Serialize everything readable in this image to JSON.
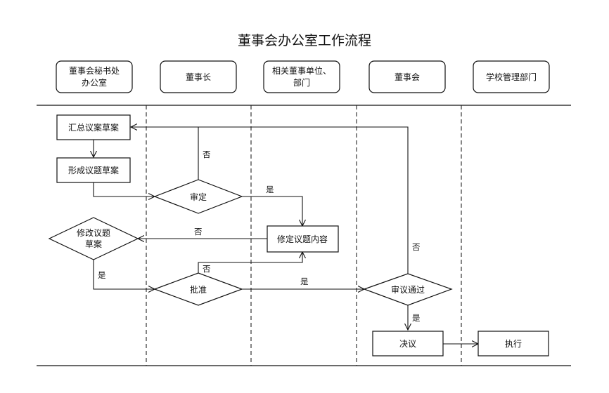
{
  "title": "董事会办公室工作流程",
  "lanes": [
    {
      "line1": "董事会秘书处",
      "line2": "办公室"
    },
    {
      "line1": "董事长",
      "line2": ""
    },
    {
      "line1": "相关董事单位、",
      "line2": "部门"
    },
    {
      "line1": "董事会",
      "line2": ""
    },
    {
      "line1": "学校管理部门",
      "line2": ""
    }
  ],
  "nodes": {
    "summarize": "汇总议案草案",
    "form": "形成议题草案",
    "review": "审定",
    "revise_content": "修定议题内容",
    "modify_line1": "修改议题",
    "modify_line2": "草案",
    "approve": "批准",
    "deliberate": "审议通过",
    "resolution": "决议",
    "execute": "执行"
  },
  "edge_labels": {
    "review_no": "否",
    "review_yes": "是",
    "revise_no": "否",
    "modify_yes": "是",
    "approve_no": "否",
    "approve_yes": "是",
    "deliberate_no": "否",
    "deliberate_yes": "是"
  }
}
